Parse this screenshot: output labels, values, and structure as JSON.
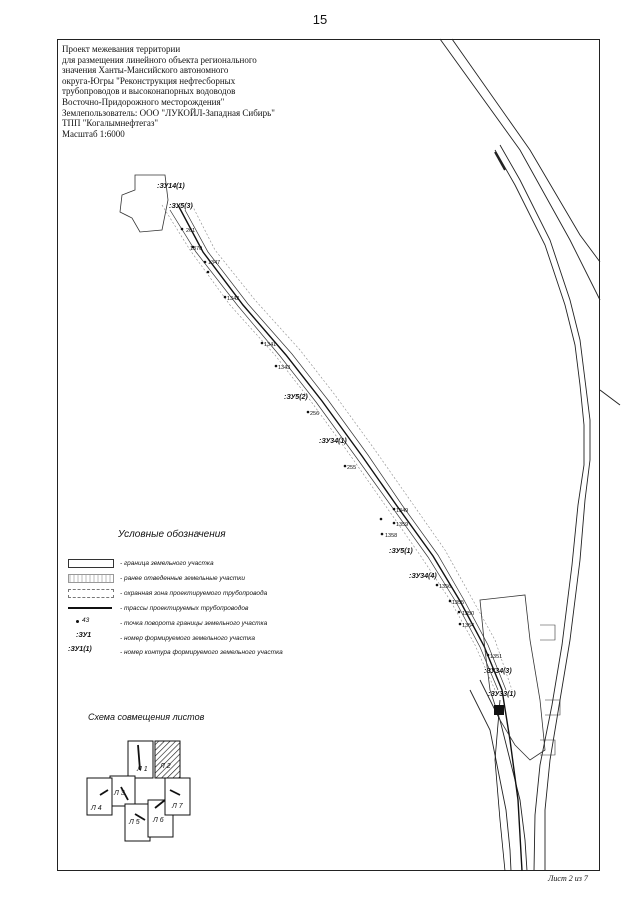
{
  "page_number": "15",
  "title_block": {
    "lines": [
      "Проект межевания территории",
      "для размещения линейного объекта регионального",
      "значения Ханты-Мансийского автономного",
      "округа-Югры \"Реконструкция нефтесборных",
      "трубопроводов и высоконапорных водоводов",
      "Восточно-Придорожного месторождения\"",
      "Землепользователь: ООО \"ЛУКОЙЛ-Западная Сибирь\"",
      "ТПП \"Когалымнефтегаз\"",
      "Масштаб 1:6000"
    ]
  },
  "sheet_footer": "Лист 2 из 7",
  "map_labels": {
    "zu14_1": ":ЗУ14(1)",
    "zu5_3": ":ЗУ5(3)",
    "zu5_2": ":ЗУ5(2)",
    "zu34_1": ":ЗУ34(1)",
    "zu5_1": ":ЗУ5(1)",
    "zu34_4": ":ЗУ34(4)",
    "zu34_3": ":ЗУ34(3)",
    "zu33_1": ":ЗУ33(1)"
  },
  "points": {
    "p261": "261",
    "p1370": "1370",
    "p1347": "1347",
    "p1342": "1342",
    "p1341": "1341",
    "p1343": "1343",
    "p256": "256",
    "p255": "255",
    "p1349": "1349",
    "p1359": "1359",
    "p1358": "1358",
    "p1356": "1356",
    "p1355": "1355",
    "p1350": "1350",
    "p1354": "1354",
    "p1351": "1351"
  },
  "legend": {
    "title": "Условные обозначения",
    "items": [
      {
        "symbol": "parcel-boundary",
        "text": "- граница земельного участка"
      },
      {
        "symbol": "prior-parcels",
        "text": "- ранее отведенные земельные участки"
      },
      {
        "symbol": "protection-zone",
        "text": "- охранная зона проектируемого трубопровода"
      },
      {
        "symbol": "pipeline-route",
        "text": "- трассы проектируемых трубопроводов"
      },
      {
        "symbol": "turn-point",
        "label": "43",
        "text": "- точка поворота границы земельного участка"
      },
      {
        "symbol": "parcel-number",
        "label": ":ЗУ1",
        "text": "- номер формируемого земельного участка"
      },
      {
        "symbol": "contour-number",
        "label": ":ЗУ1(1)",
        "text": "- номер контура формируемого земельного участка"
      }
    ]
  },
  "scheme": {
    "title": "Схема совмещения листов",
    "sheets": [
      "Л 1",
      "Л 2",
      "Л 3",
      "Л 4",
      "Л 5",
      "Л 6",
      "Л 7"
    ]
  }
}
